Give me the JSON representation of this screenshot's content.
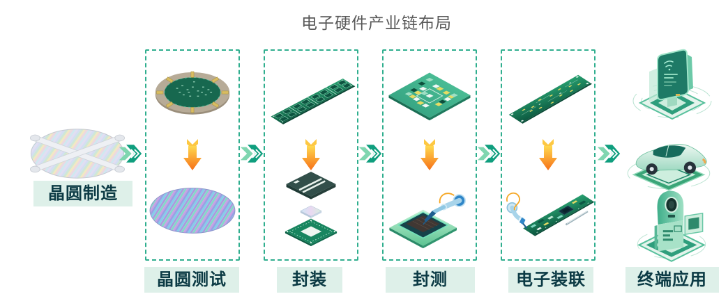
{
  "title": "电子硬件产业链布局",
  "stages": [
    {
      "id": "wafer-fab",
      "label": "晶圆制造"
    },
    {
      "id": "wafer-test",
      "label": "晶圆测试"
    },
    {
      "id": "packaging",
      "label": "封装"
    },
    {
      "id": "package-and-test",
      "label": "封测"
    },
    {
      "id": "electronic-assembly",
      "label": "电子装联"
    },
    {
      "id": "end-applications",
      "label": "终端应用"
    }
  ],
  "flow": {
    "direction": "left-to-right",
    "connector_icon": "double-chevron-right",
    "in_stage_icon": "down-arrow"
  },
  "illustrations": {
    "wafer_fab": [
      "patterned-silicon-wafer-with-carrier-cross"
    ],
    "wafer_test": [
      "probe-card",
      "tested-wafer"
    ],
    "packaging": [
      "substrate-strip",
      "exploded-chip-package"
    ],
    "package_and_test": [
      "test-board-pcb",
      "chip-final-test-probe"
    ],
    "electronic_assembly": [
      "bare-pcb",
      "assembled-pcb-with-robot-arm"
    ],
    "end_applications": [
      "smart-kiosk",
      "car",
      "service-robot"
    ]
  },
  "colors": {
    "background": "#ffffff",
    "title_text": "#595959",
    "stage_label_bg": "#def0e9",
    "stage_label_text": "#0b3a44",
    "dashed_border": "#2fae8e",
    "flow_arrow_front": "#0f9e7e",
    "flow_arrow_back": "#7fd6b0",
    "down_arrow_top": "#ffd84e",
    "down_arrow_bottom": "#f66f18"
  }
}
